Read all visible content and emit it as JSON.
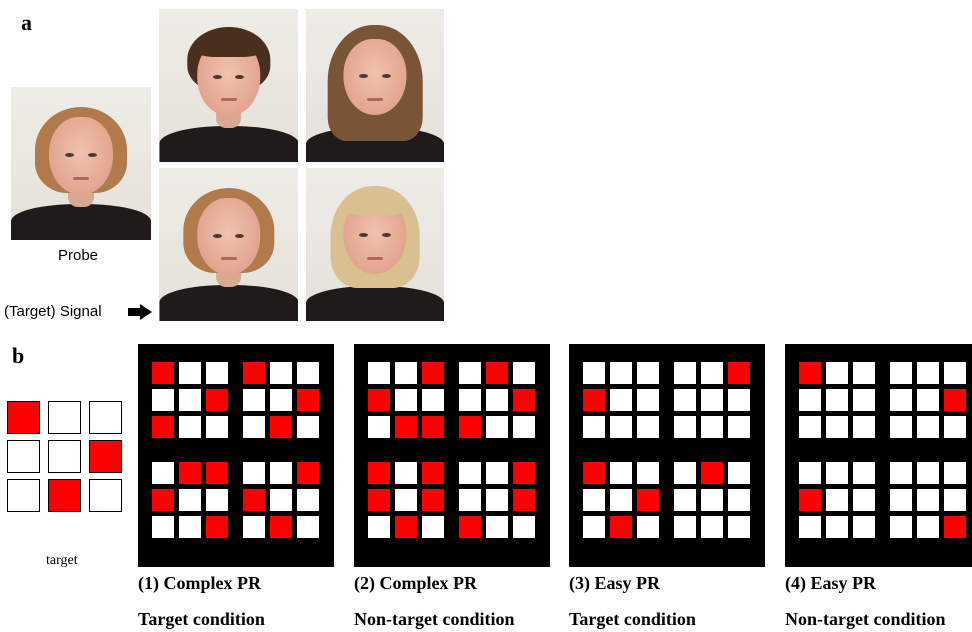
{
  "panel_a": {
    "letter": "a",
    "probe_label": "Probe",
    "signal_label": "(Target) Signal",
    "photos": [
      {
        "id": "probe",
        "hair": "#b07a4a",
        "hair_style": "pulled"
      },
      {
        "id": "top-left",
        "hair": "#4a2e1e",
        "hair_style": "short"
      },
      {
        "id": "top-right",
        "hair": "#7a5436",
        "hair_style": "long"
      },
      {
        "id": "bottom-left",
        "hair": "#b07a4a",
        "hair_style": "pulled"
      },
      {
        "id": "bottom-right",
        "hair": "#d8c090",
        "hair_style": "bangs"
      }
    ]
  },
  "panel_b": {
    "letter": "b",
    "target_label": "target",
    "target_grid": [
      1,
      0,
      0,
      0,
      0,
      1,
      0,
      1,
      0
    ],
    "colors": {
      "on": "#ff0000",
      "off": "#ffffff",
      "background": "#000000"
    },
    "conditions": [
      {
        "title": "(1) Complex PR",
        "subtitle": "Target condition",
        "quads": [
          [
            1,
            0,
            0,
            0,
            0,
            1,
            1,
            0,
            0
          ],
          [
            1,
            0,
            0,
            0,
            0,
            1,
            0,
            1,
            0
          ],
          [
            0,
            1,
            1,
            1,
            0,
            0,
            0,
            0,
            1
          ],
          [
            0,
            0,
            1,
            1,
            0,
            0,
            0,
            1,
            0
          ]
        ]
      },
      {
        "title": "(2) Complex PR",
        "subtitle": "Non-target condition",
        "quads": [
          [
            0,
            0,
            1,
            1,
            0,
            0,
            0,
            1,
            1
          ],
          [
            0,
            1,
            0,
            0,
            0,
            1,
            1,
            0,
            0
          ],
          [
            1,
            0,
            1,
            1,
            0,
            1,
            0,
            1,
            0
          ],
          [
            0,
            0,
            1,
            0,
            0,
            1,
            1,
            0,
            0
          ]
        ]
      },
      {
        "title": "(3) Easy PR",
        "subtitle": "Target condition",
        "quads": [
          [
            0,
            0,
            0,
            1,
            0,
            0,
            0,
            0,
            0
          ],
          [
            0,
            0,
            1,
            0,
            0,
            0,
            0,
            0,
            0
          ],
          [
            1,
            0,
            0,
            0,
            0,
            1,
            0,
            1,
            0
          ],
          [
            0,
            1,
            0,
            0,
            0,
            0,
            0,
            0,
            0
          ]
        ]
      },
      {
        "title": "(4) Easy PR",
        "subtitle": "Non-target condition",
        "quads": [
          [
            1,
            0,
            0,
            0,
            0,
            0,
            0,
            0,
            0
          ],
          [
            0,
            0,
            0,
            0,
            0,
            1,
            0,
            0,
            0
          ],
          [
            0,
            0,
            0,
            1,
            0,
            0,
            0,
            0,
            0
          ],
          [
            0,
            0,
            0,
            0,
            0,
            0,
            0,
            0,
            1
          ]
        ]
      }
    ]
  }
}
